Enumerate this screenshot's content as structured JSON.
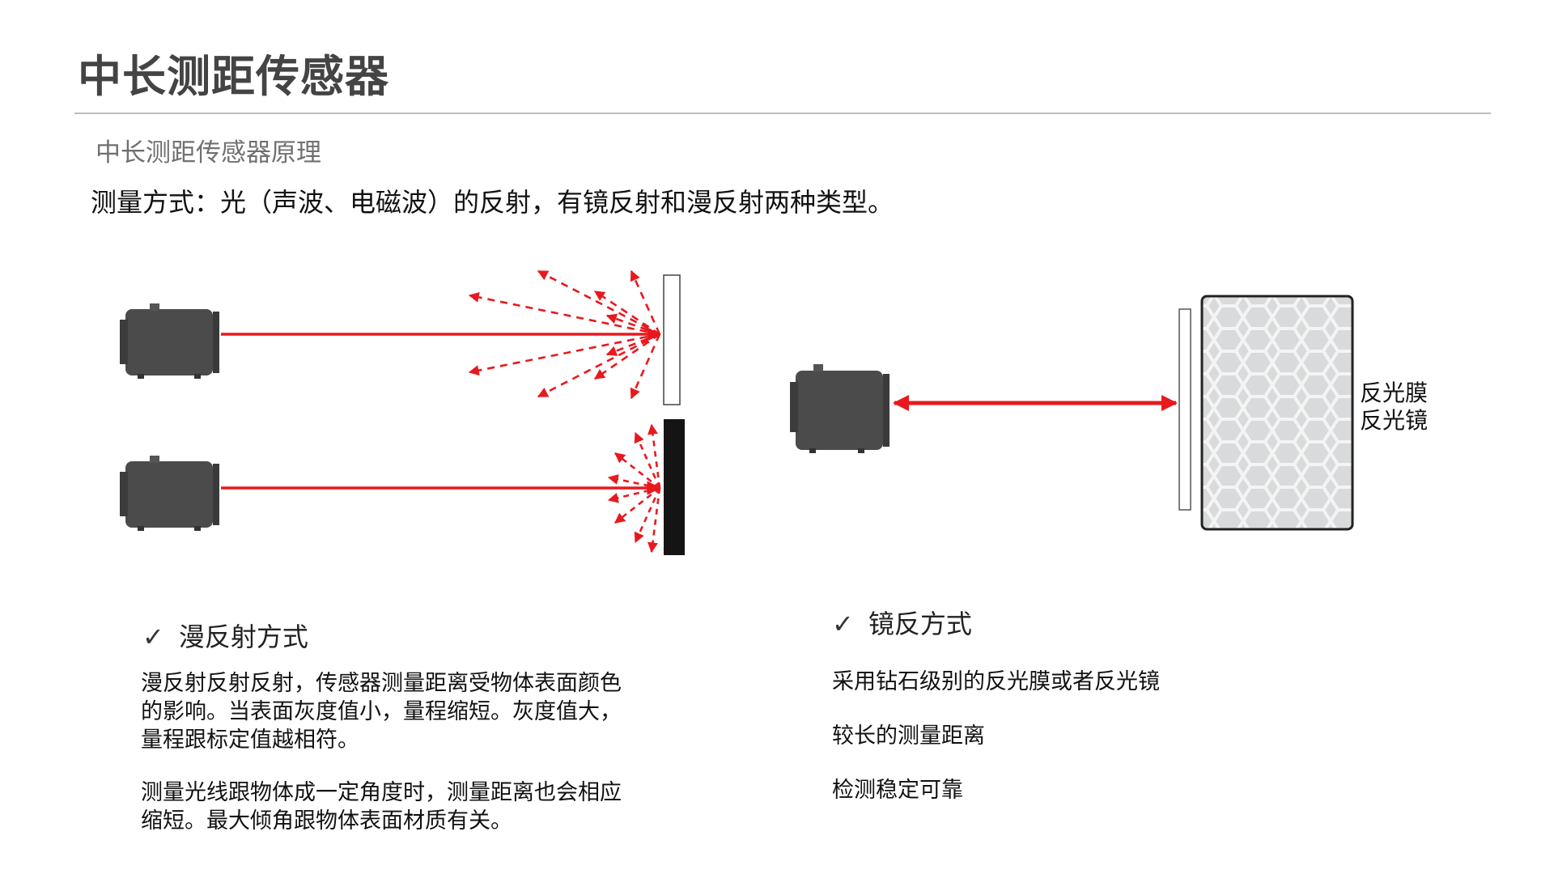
{
  "title": "中长测距传感器",
  "subtitle": "中长测距传感器原理",
  "method_text": "测量方式：光（声波、电磁波）的反射，有镜反射和漫反射两种类型。",
  "reflector_labels": [
    "反光膜",
    "反光镜"
  ],
  "colors": {
    "laser": "#e8191e",
    "sensor": "#4b4b4b",
    "title": "#444444"
  },
  "diffuse": {
    "check": "✓",
    "heading": "漫反射方式",
    "para1": [
      "漫反射反射反射，传感器测量距离受物体表面颜色",
      "的影响。当表面灰度值小，量程缩短。灰度值大，",
      "量程跟标定值越相符。"
    ],
    "para2": [
      "测量光线跟物体成一定角度时，测量距离也会相应",
      "缩短。最大倾角跟物体表面材质有关。"
    ]
  },
  "mirror": {
    "check": "✓",
    "heading": "镜反方式",
    "points": [
      "采用钻石级别的反光膜或者反光镜",
      "较长的测量距离",
      "检测稳定可靠"
    ]
  }
}
